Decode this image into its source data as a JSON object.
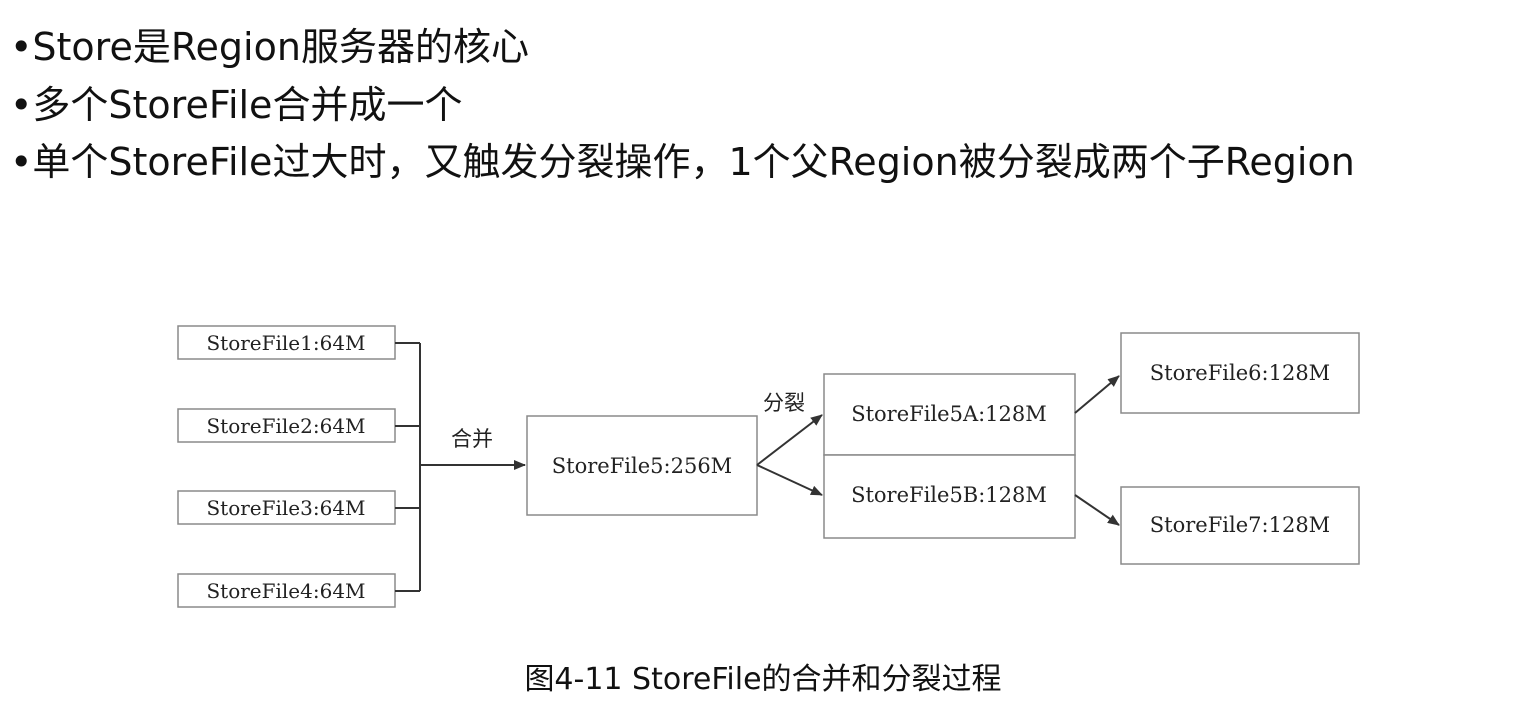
{
  "bullets": [
    "•Store是Region服务器的核心",
    "•多个StoreFile合并成一个",
    "•单个StoreFile过大时，又触发分裂操作，1个父Region被分裂成两个子Region"
  ],
  "diagram": {
    "boxes": {
      "sf1": "StoreFile1:64M",
      "sf2": "StoreFile2:64M",
      "sf3": "StoreFile3:64M",
      "sf4": "StoreFile4:64M",
      "sf5": "StoreFile5:256M",
      "sf5a": "StoreFile5A:128M",
      "sf5b": "StoreFile5B:128M",
      "sf6": "StoreFile6:128M",
      "sf7": "StoreFile7:128M"
    },
    "labels": {
      "merge": "合并",
      "split": "分裂"
    },
    "colors": {
      "box_border": "#8a8a8a",
      "line": "#333333",
      "text": "#222222"
    }
  },
  "caption": "图4-11 StoreFile的合并和分裂过程"
}
